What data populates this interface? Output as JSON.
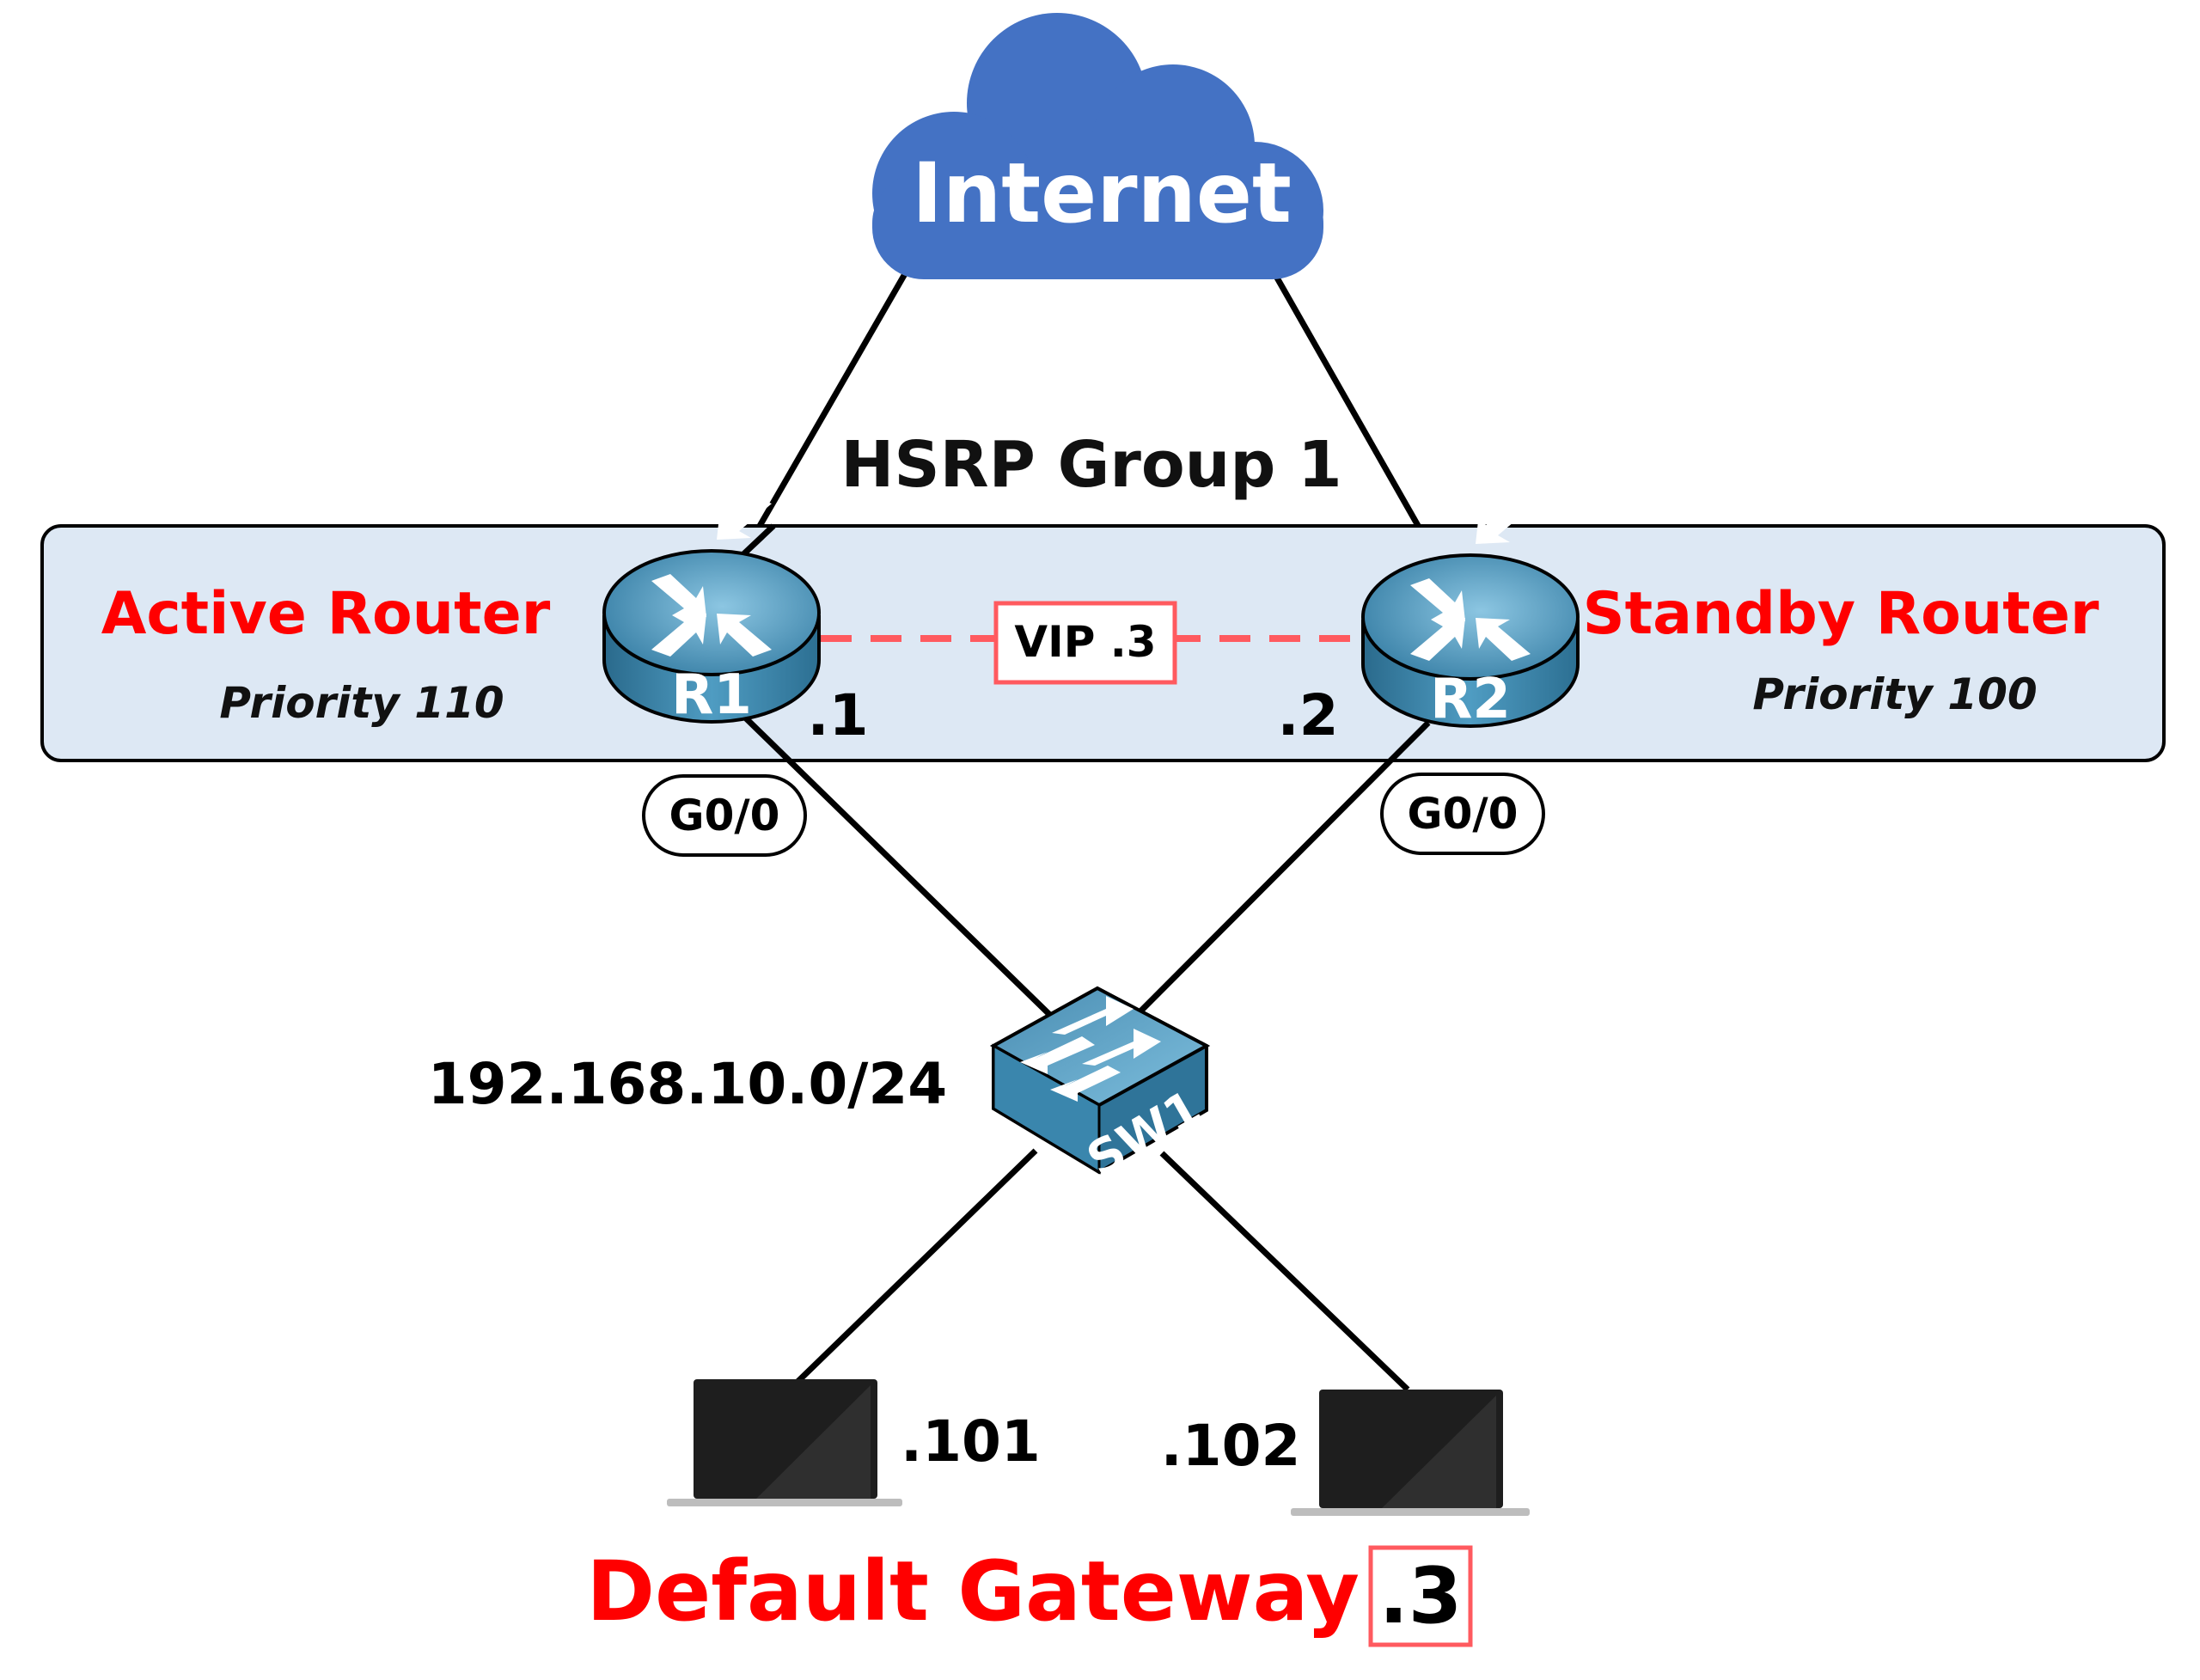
{
  "cloud": {
    "label": "Internet",
    "color": "#4472c4"
  },
  "hsrp_group": {
    "title": "HSRP Group 1",
    "background": "#dde8f4"
  },
  "routers": [
    {
      "name": "R1",
      "role": "Active Router",
      "priority": "Priority 110",
      "ip_suffix": ".1",
      "interface": "G0/0"
    },
    {
      "name": "R2",
      "role": "Standby Router",
      "priority": "Priority 100",
      "ip_suffix": ".2",
      "interface": "G0/0"
    }
  ],
  "vip": {
    "label": "VIP .3",
    "border_color": "#ff5a5f"
  },
  "switch": {
    "name": "SW1"
  },
  "subnet": "192.168.10.0/24",
  "hosts": [
    {
      "ip_suffix": ".101"
    },
    {
      "ip_suffix": ".102"
    }
  ],
  "default_gateway": {
    "label": "Default Gateway",
    "value": ".3"
  },
  "colors": {
    "accent_red": "#ff0000",
    "device_blue": "#3d87ad"
  }
}
